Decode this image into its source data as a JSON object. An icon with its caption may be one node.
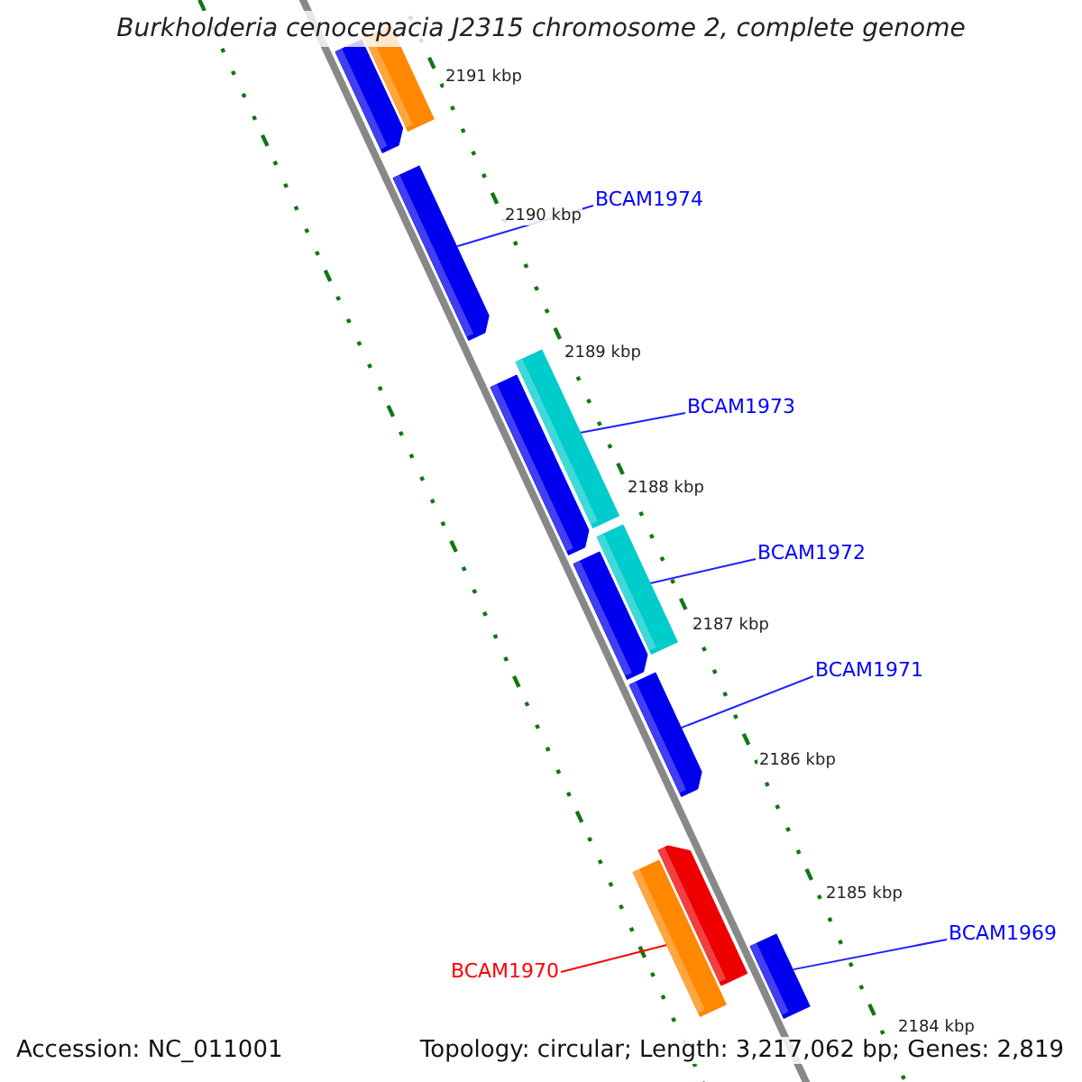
{
  "diagram": {
    "title": "Burkholderia cenocepacia J2315 chromosome 2, complete genome",
    "nodes": [
      {
        "text": [],
        "shape": "bar"
      },
      {
        "text": [],
        "shape": "bar"
      },
      {
        "text": [
          "BCAM1974"
        ]
      },
      {
        "text": [],
        "shape": "bar"
      },
      {
        "text": [
          "BCAM1973"
        ]
      },
      {
        "text": [],
        "shape": "bar"
      },
      {
        "text": [],
        "shape": "bar"
      },
      {
        "text": [
          "BCAM1972"
        ]
      },
      {
        "text": [],
        "shape": "bar"
      },
      {
        "text": [],
        "shape": "bar"
      },
      {
        "text": [
          "BCAM1971"
        ]
      },
      {
        "text": [],
        "shape": "bar"
      },
      {
        "text": [],
        "shape": "bar"
      },
      {
        "text": [],
        "shape": "bar"
      },
      {
        "text": [
          "BCAM1969"
        ]
      },
      {
        "text": [
          "BCAM1970"
        ]
      },
      {
        "text": [],
        "shape": "bar"
      }
    ],
    "edges": [
      {
        "from": 2,
        "to": 3,
        "arrow": "none"
      },
      {
        "from": 4,
        "to": 6,
        "arrow": "none"
      },
      {
        "from": 7,
        "to": 9,
        "arrow": "none"
      },
      {
        "from": 10,
        "to": 11,
        "arrow": "none"
      },
      {
        "from": 14,
        "to": 16,
        "arrow": "none"
      },
      {
        "from": 15,
        "to": 12,
        "arrow": "none",
        "color": "#ff0000"
      }
    ],
    "labels": [
      "2191 kbp",
      "2190 kbp",
      "2189 kbp",
      "2188 kbp",
      "2187 kbp",
      "2186 kbp",
      "2185 kbp",
      "2184 kbp",
      "Accession: NC_011001",
      "Topology: circular; Length: 3,217,062 bp; Genes: 2,819"
    ]
  }
}
